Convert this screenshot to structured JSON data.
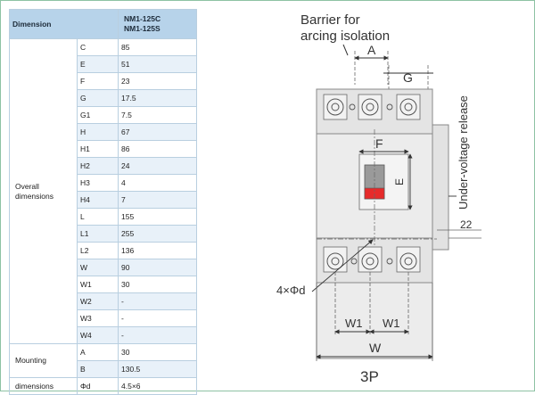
{
  "table": {
    "header_left": "Dimension",
    "header_right_line1": "NM1-125C",
    "header_right_line2": "NM1-125S",
    "groups": [
      {
        "label": "Overall dimensions",
        "rows": [
          {
            "code": "C",
            "value": "85"
          },
          {
            "code": "E",
            "value": "51"
          },
          {
            "code": "F",
            "value": "23"
          },
          {
            "code": "G",
            "value": "17.5"
          },
          {
            "code": "G1",
            "value": "7.5"
          },
          {
            "code": "H",
            "value": "67"
          },
          {
            "code": "H1",
            "value": "86"
          },
          {
            "code": "H2",
            "value": "24"
          },
          {
            "code": "H3",
            "value": "4"
          },
          {
            "code": "H4",
            "value": "7"
          },
          {
            "code": "L",
            "value": "155"
          },
          {
            "code": "L1",
            "value": "255"
          },
          {
            "code": "L2",
            "value": "136"
          },
          {
            "code": "W",
            "value": "90"
          },
          {
            "code": "W1",
            "value": "30"
          },
          {
            "code": "W2",
            "value": "-"
          },
          {
            "code": "W3",
            "value": "-"
          },
          {
            "code": "W4",
            "value": "-"
          }
        ]
      },
      {
        "label": "Mounting",
        "rows": [
          {
            "code": "A",
            "value": "30"
          },
          {
            "code": "B",
            "value": "130.5"
          }
        ]
      },
      {
        "label": "dimensions",
        "rows": [
          {
            "code": "Φd",
            "value": "4.5×6"
          }
        ]
      }
    ]
  },
  "drawing": {
    "barrier_label_line1": "Barrier for",
    "barrier_label_line2": "arcing isolation",
    "label_A": "A",
    "label_G": "G",
    "label_F": "F",
    "label_E": "E",
    "label_22": "22",
    "label_release": "Under-voltage release",
    "label_hole": "4×Φd",
    "label_W1_left": "W1",
    "label_W1_right": "W1",
    "label_W": "W",
    "label_poles": "3P"
  },
  "colors": {
    "border": "#8ec2a4",
    "header_bg": "#b7d3ea",
    "row_alt": "#e8f1f9",
    "handle_red": "#e62b2b"
  }
}
